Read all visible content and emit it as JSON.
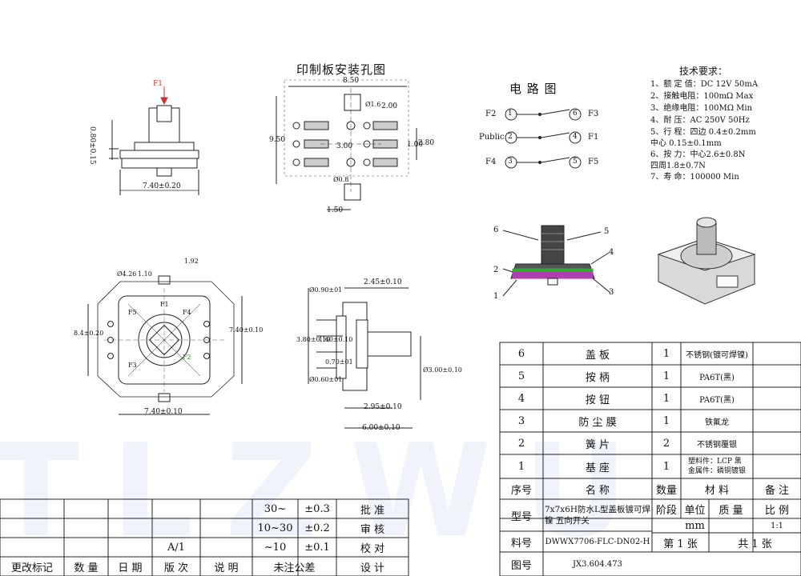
{
  "watermark": "TLZWU",
  "titles": {
    "pcb": "印制板安装孔图",
    "circuit": "电 路 图",
    "spec": "技术要求："
  },
  "specs": [
    "1、额 定 值：DC 12V 50mA",
    "2、接触电阻：100mΩ Max",
    "3、绝缘电阻：100MΩ Min",
    "4、耐    压：AC 250V 50Hz",
    "5、行      程：四边 0.4±0.2mm",
    "           中心 0.15±0.1mm",
    "6、按      力：中心2.6±0.8N",
    "           四周1.8±0.7N",
    "7、寿    命：100000 Min"
  ],
  "circuit": {
    "labels": [
      "F2",
      "F3",
      "Public",
      "F1",
      "F4",
      "F5"
    ],
    "nodes": [
      "1",
      "6",
      "2",
      "4",
      "3",
      "5"
    ]
  },
  "dims": {
    "side_height": "0.80±0.15",
    "side_width": "7.40±0.20",
    "force": "F1",
    "pcb_width": "8.50",
    "pcb_height": "9.50",
    "pcb_pitch": "2.00",
    "pcb_small": "1.00",
    "pcb_right": "2.80",
    "pcb_center": "3.00",
    "pcb_bottom": "1.50",
    "pcb_hole1": "Ø1.6",
    "pcb_hole2": "Ø0.8",
    "top_a": "Ø4.26",
    "top_b": "1.92",
    "top_c": "1.10",
    "top_left": "8.4±0.20",
    "top_right": "7.40±0.10",
    "top_bottom": "7.40±0.10",
    "top_f1": "F1",
    "top_f2": "F2",
    "top_f3": "F3",
    "top_f4": "F4",
    "top_f5": "F5",
    "sv_top": "2.45±0.10",
    "sv_a": "Ø0.90±01",
    "sv_b": "3.80±0.10",
    "sv_c": "0.70±01",
    "sv_d": "Ø0.60±01",
    "sv_e": "2.95±0.10",
    "sv_f": "6.00±0.10",
    "sv_g": "Ø3.00±0.10",
    "sv_h": "1.60±0.10"
  },
  "callouts": [
    "6",
    "5",
    "4",
    "2",
    "1",
    "3"
  ],
  "bom": {
    "rows": [
      {
        "no": "6",
        "name": "盖    板",
        "qty": "1",
        "material": "不锈钢(镀可焊镍)",
        "note": ""
      },
      {
        "no": "5",
        "name": "按    柄",
        "qty": "1",
        "material": "PA6T(黑)",
        "note": ""
      },
      {
        "no": "4",
        "name": "按    钮",
        "qty": "1",
        "material": "PA6T(黑)",
        "note": ""
      },
      {
        "no": "3",
        "name": "防 尘 膜",
        "qty": "1",
        "material": "铁氟龙",
        "note": ""
      },
      {
        "no": "2",
        "name": "簧    片",
        "qty": "2",
        "material": "不锈钢覆银",
        "note": ""
      },
      {
        "no": "1",
        "name": "基    座",
        "qty": "1",
        "material": "塑料件：LCP 黑\n金属件：磷铜镀银",
        "note": ""
      }
    ],
    "header": {
      "no": "序号",
      "name": "名     称",
      "qty": "数量",
      "material": "材    料",
      "note": "备 注"
    }
  },
  "title_block": {
    "model_label": "型号",
    "model_value": "7x7x6H防水L型盖板镀可焊镍 五向开关",
    "part_label": "料号",
    "part_value": "DWWX7706-FLC-DN02-H",
    "drawing_label": "图号",
    "drawing_value": "JX3.604.473",
    "stage": "阶段",
    "unit": "单位",
    "mass": "质 量",
    "scale": "比 例",
    "unit_value": "mm",
    "scale_value": "1:1",
    "sheet": "第  1  张",
    "total": "共  1  张"
  },
  "tolerance": {
    "rows": [
      {
        "range": "30~",
        "tol": "±0.3",
        "label": "批  准"
      },
      {
        "range": "10~30",
        "tol": "±0.2",
        "label": "审  核"
      },
      {
        "range": "~10",
        "tol": "±0.1",
        "label": "校  对"
      }
    ],
    "revision": "A/1",
    "bottom_labels": [
      "更改标记",
      "数  量",
      "日 期",
      "版 次",
      "说  明",
      "未注公差",
      "设  计"
    ]
  }
}
